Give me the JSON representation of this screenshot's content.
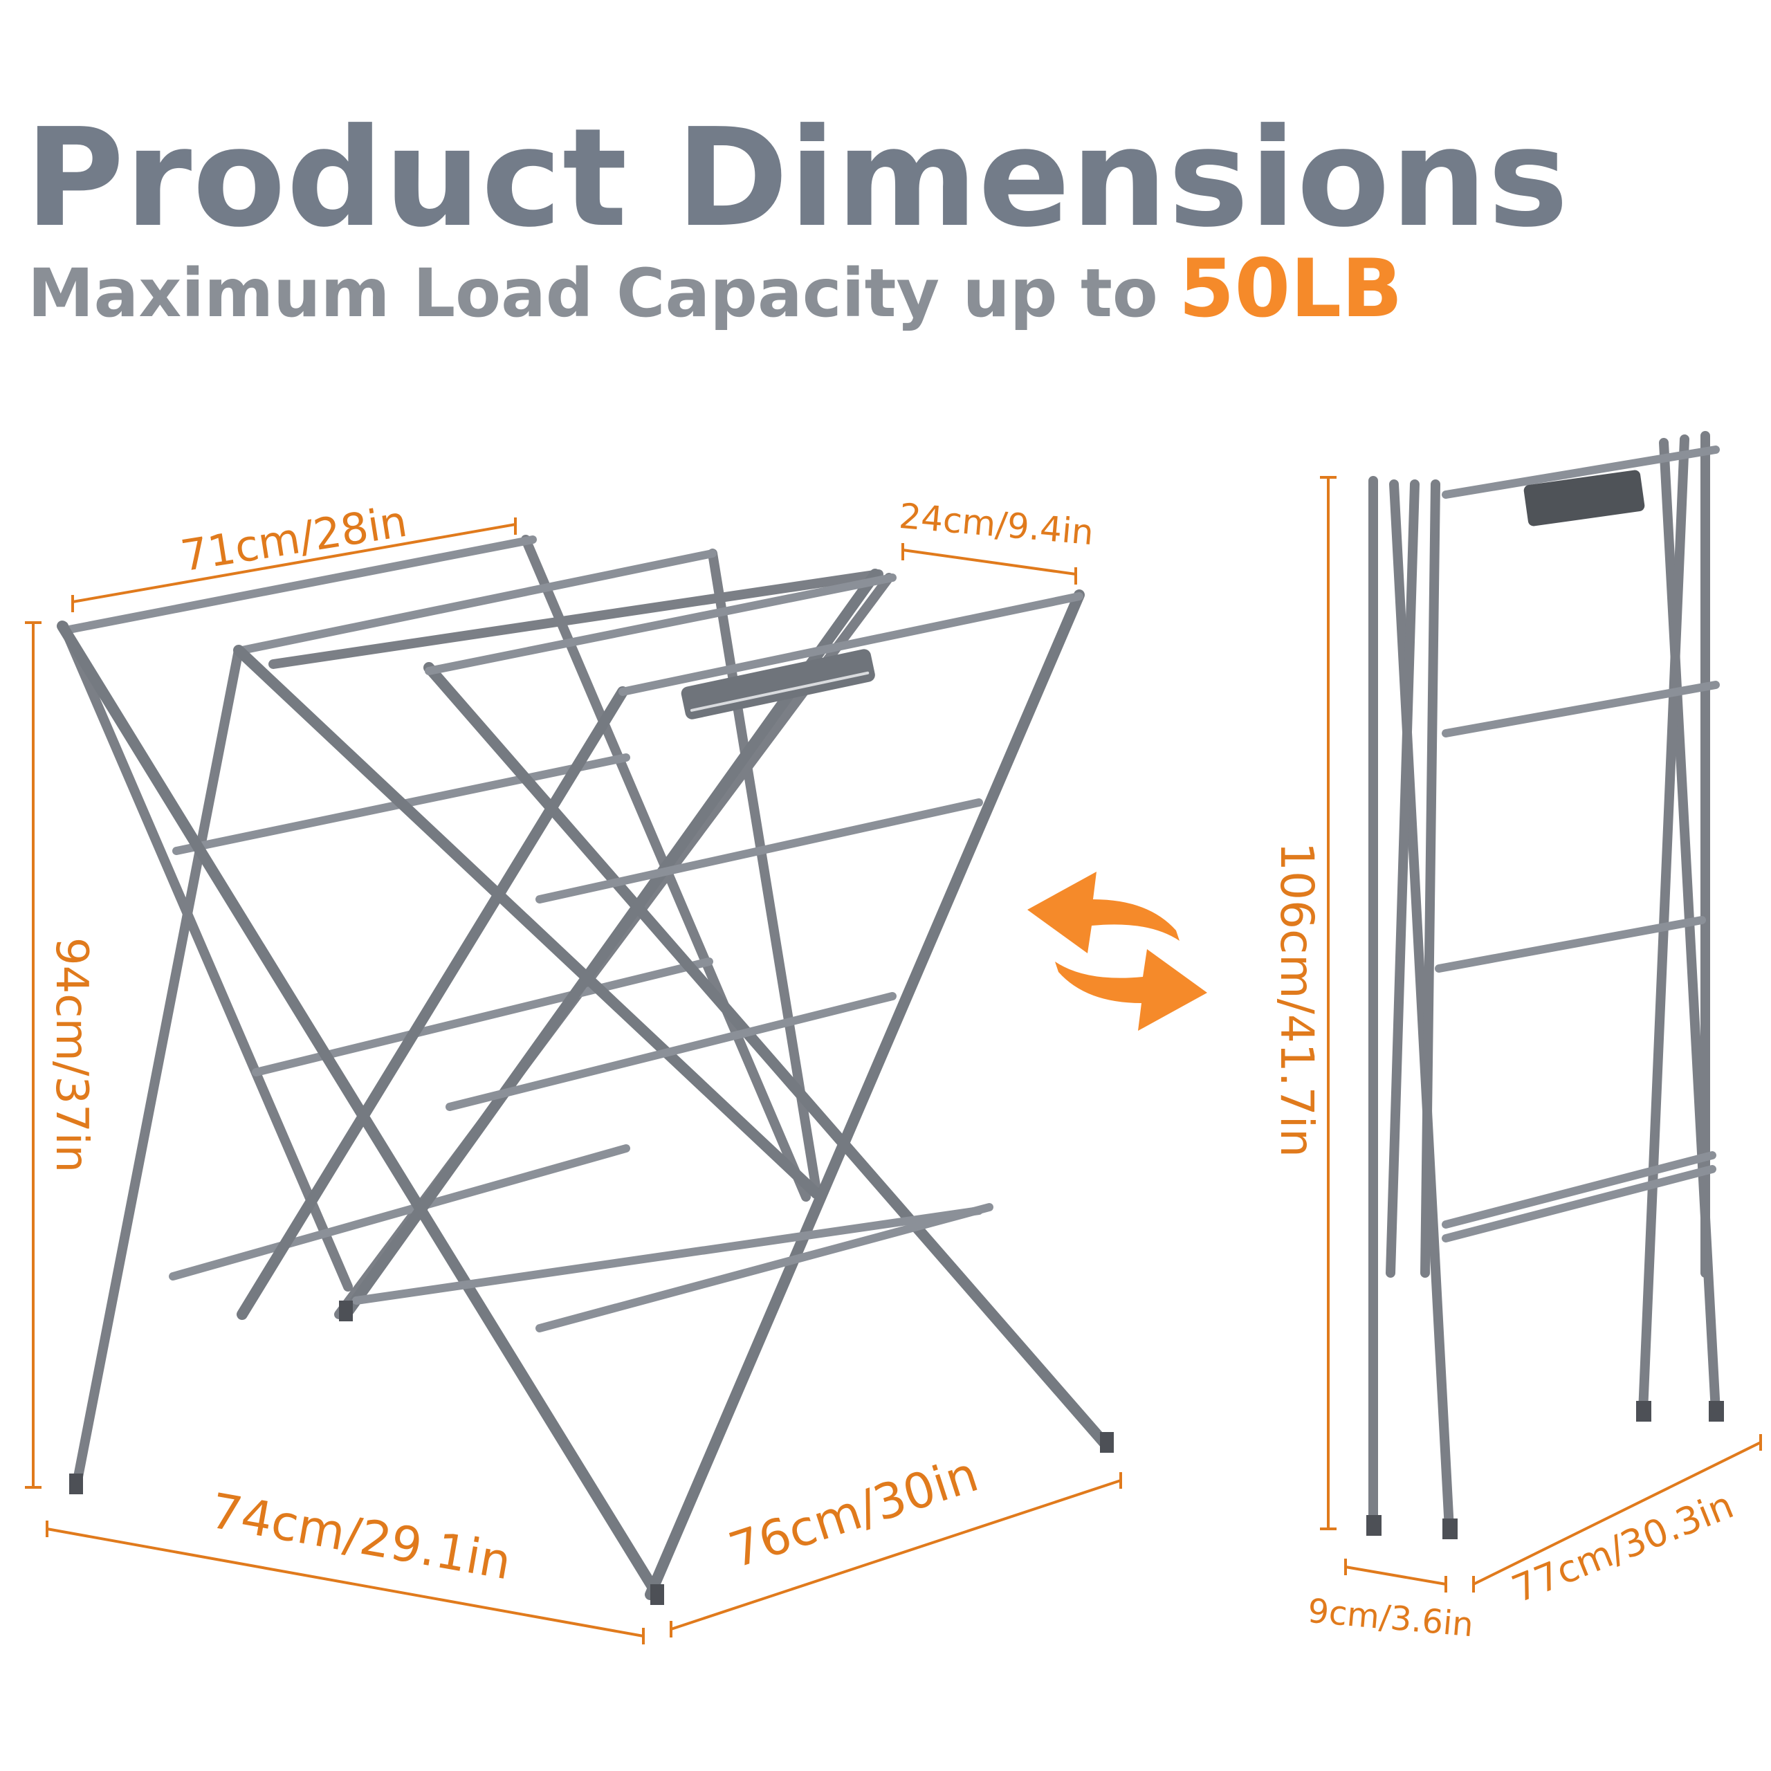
{
  "header": {
    "title": "Product Dimensions",
    "subtitle": "Maximum Load Capacity up to",
    "load_value": "50LB"
  },
  "colors": {
    "title": "#737c89",
    "subtitle": "#8a8f96",
    "accent": "#f58a2a",
    "dimension_line": "#e07a1c",
    "frame": "#7b7f86"
  },
  "unfolded": {
    "top_width": "71cm/28in",
    "top_depth": "24cm/9.4in",
    "height": "94cm/37in",
    "base_width": "74cm/29.1in",
    "base_depth": "76cm/30in"
  },
  "folded": {
    "height": "106cm/41.7in",
    "thickness": "9cm/3.6in",
    "width": "77cm/30.3in"
  },
  "icons": {
    "transform": "swap-arrows-icon"
  }
}
